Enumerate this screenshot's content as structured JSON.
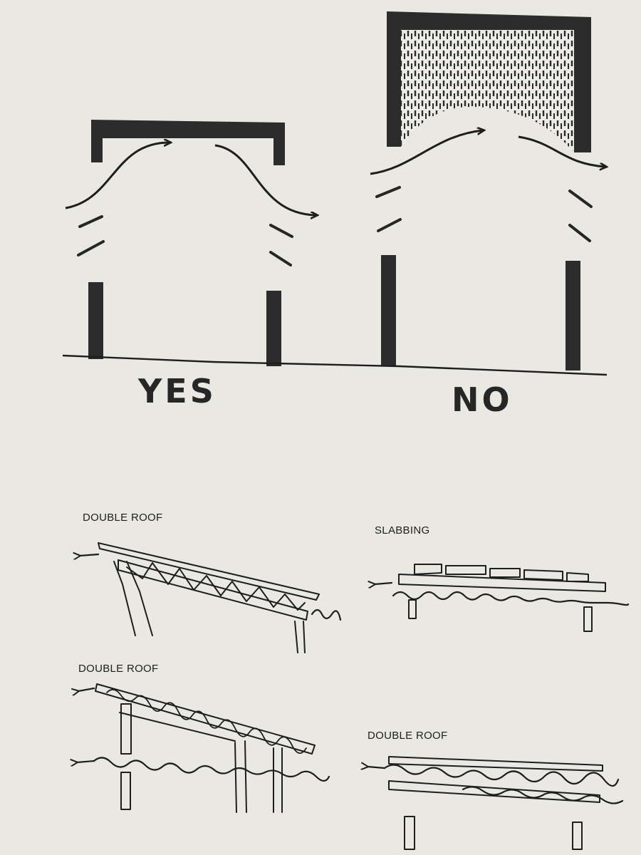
{
  "top": {
    "yes_label": "YES",
    "no_label": "NO"
  },
  "bottom": {
    "double_roof_1": "DOUBLE ROOF",
    "slabbing": "SLABBING",
    "double_roof_2": "DOUBLE ROOF",
    "double_roof_3": "DOUBLE ROOF"
  },
  "colors": {
    "background": "#e9e8e3",
    "ink": "#262626"
  }
}
